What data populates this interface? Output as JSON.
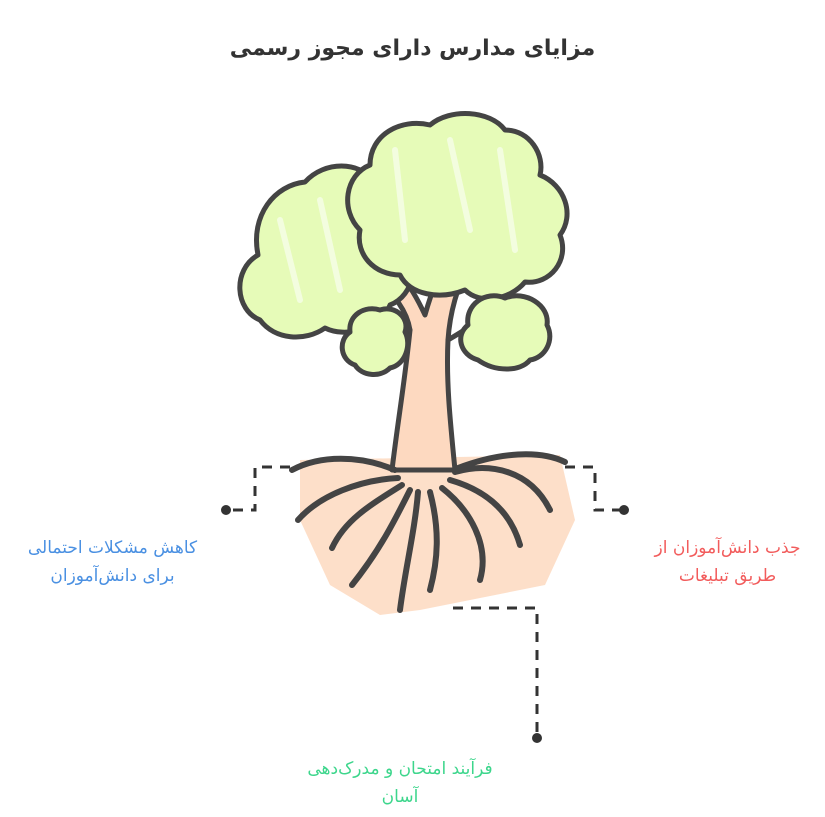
{
  "title": "مزایای مدارس دارای مجوز رسمی",
  "colors": {
    "foliage": "#e6fbb8",
    "trunk": "#fdd9c0",
    "outline": "#444444",
    "connector": "#333333",
    "left_text": "#4a90e2",
    "right_text": "#f25c5c",
    "bottom_text": "#3dd68c"
  },
  "benefits": {
    "left": {
      "line1": "کاهش مشکلات احتمالی",
      "line2": "برای دانش‌آموزان"
    },
    "right": {
      "line1": "جذب دانش‌آموزان از",
      "line2": "طریق تبلیغات"
    },
    "bottom": {
      "line1": "فرآیند امتحان و مدرک‌دهی",
      "line2": "آسان"
    }
  }
}
